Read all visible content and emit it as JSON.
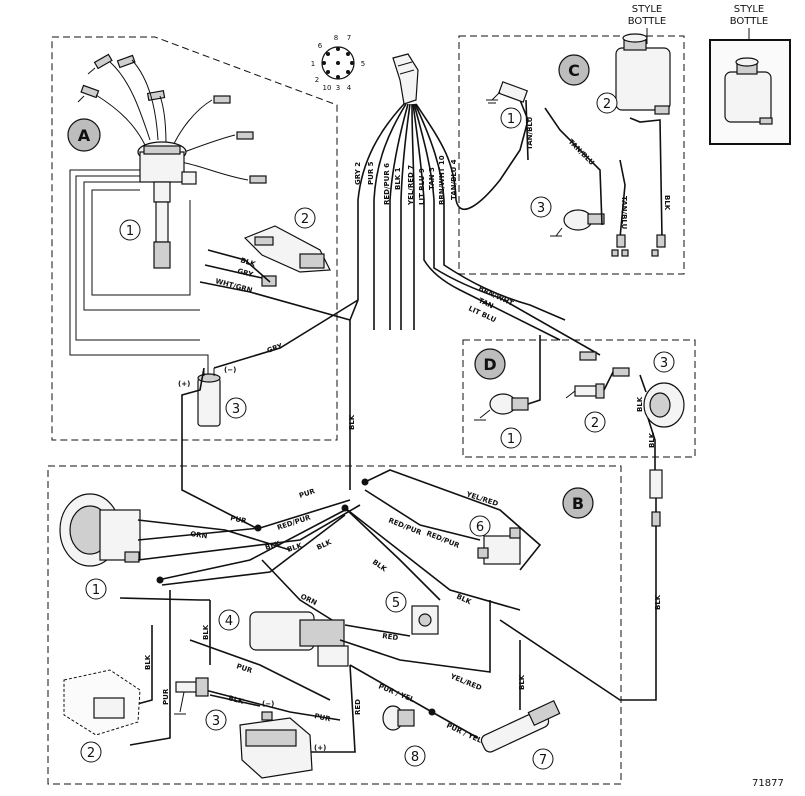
{
  "sections": {
    "a": "A",
    "b": "B",
    "c": "C",
    "d": "D"
  },
  "callouts": {
    "a1": "1",
    "a2": "2",
    "a3": "3",
    "b1": "1",
    "b2": "2",
    "b3": "3",
    "b4": "4",
    "b5": "5",
    "b6": "6",
    "b7": "7",
    "b8": "8",
    "c1": "1",
    "c2": "2",
    "c3": "3",
    "d1": "1",
    "d2": "2",
    "d3": "3"
  },
  "style_bottle": {
    "left_line1": "STYLE",
    "left_line2": "BOTTLE",
    "right_line1": "STYLE",
    "right_line2": "BOTTLE"
  },
  "connector_pins": [
    "8",
    "7",
    "6",
    "1",
    "5",
    "2",
    "10",
    "3",
    "4"
  ],
  "harness_labels": [
    "GRY 2",
    "PUR 5",
    "RED/PUR 6",
    "BLK 1",
    "YEL/RED 7",
    "LIT BLU 9",
    "TAN 3",
    "BRN/WHT 10",
    "TAN/BLU 4"
  ],
  "wire_labels": {
    "blk_a2": "BLK",
    "gry_a2": "GRY",
    "wht_grn": "WHT/GRN",
    "gry_coil": "GRY",
    "blk_vert": "BLK",
    "tan_blu_c1": "TAN/BLU",
    "tan_blu_c_mid": "TAN/BLU",
    "tan_blu_c_low": "TAN/BLU",
    "blk_c": "BLK",
    "brn_wht": "BRN/WHT",
    "tan": "TAN",
    "lit_blu": "LIT BLU",
    "blk_d3a": "BLK",
    "blk_d3b": "BLK",
    "blk_right": "BLK",
    "pur_1": "PUR",
    "pur_2": "PUR",
    "red_pur_1": "RED/PUR",
    "orn_1": "ORN",
    "blk_b1": "BLK",
    "blk_b2": "BLK",
    "blk_b3": "BLK",
    "red_pur_2": "RED/PUR",
    "red_pur_3": "RED/PUR",
    "yel_red_1": "YEL/RED",
    "blk_b4": "BLK",
    "blk_b5": "BLK",
    "orn_2": "ORN",
    "red_1": "RED",
    "blk_b2v": "BLK",
    "blk_b4v": "BLK",
    "pur_b2": "PUR",
    "pur_3": "PUR",
    "pur_4": "PUR",
    "pur_yel_1": "PUR / YEL",
    "pur_yel_2": "PUR / YEL",
    "yel_red_2": "YEL/RED",
    "blk_b7": "BLK",
    "red_2": "RED"
  },
  "polarity": {
    "coil_pos": "(+)",
    "coil_neg": "(−)",
    "batt_neg": "(−)",
    "batt_pos": "(+)"
  },
  "figure_number": "71877"
}
